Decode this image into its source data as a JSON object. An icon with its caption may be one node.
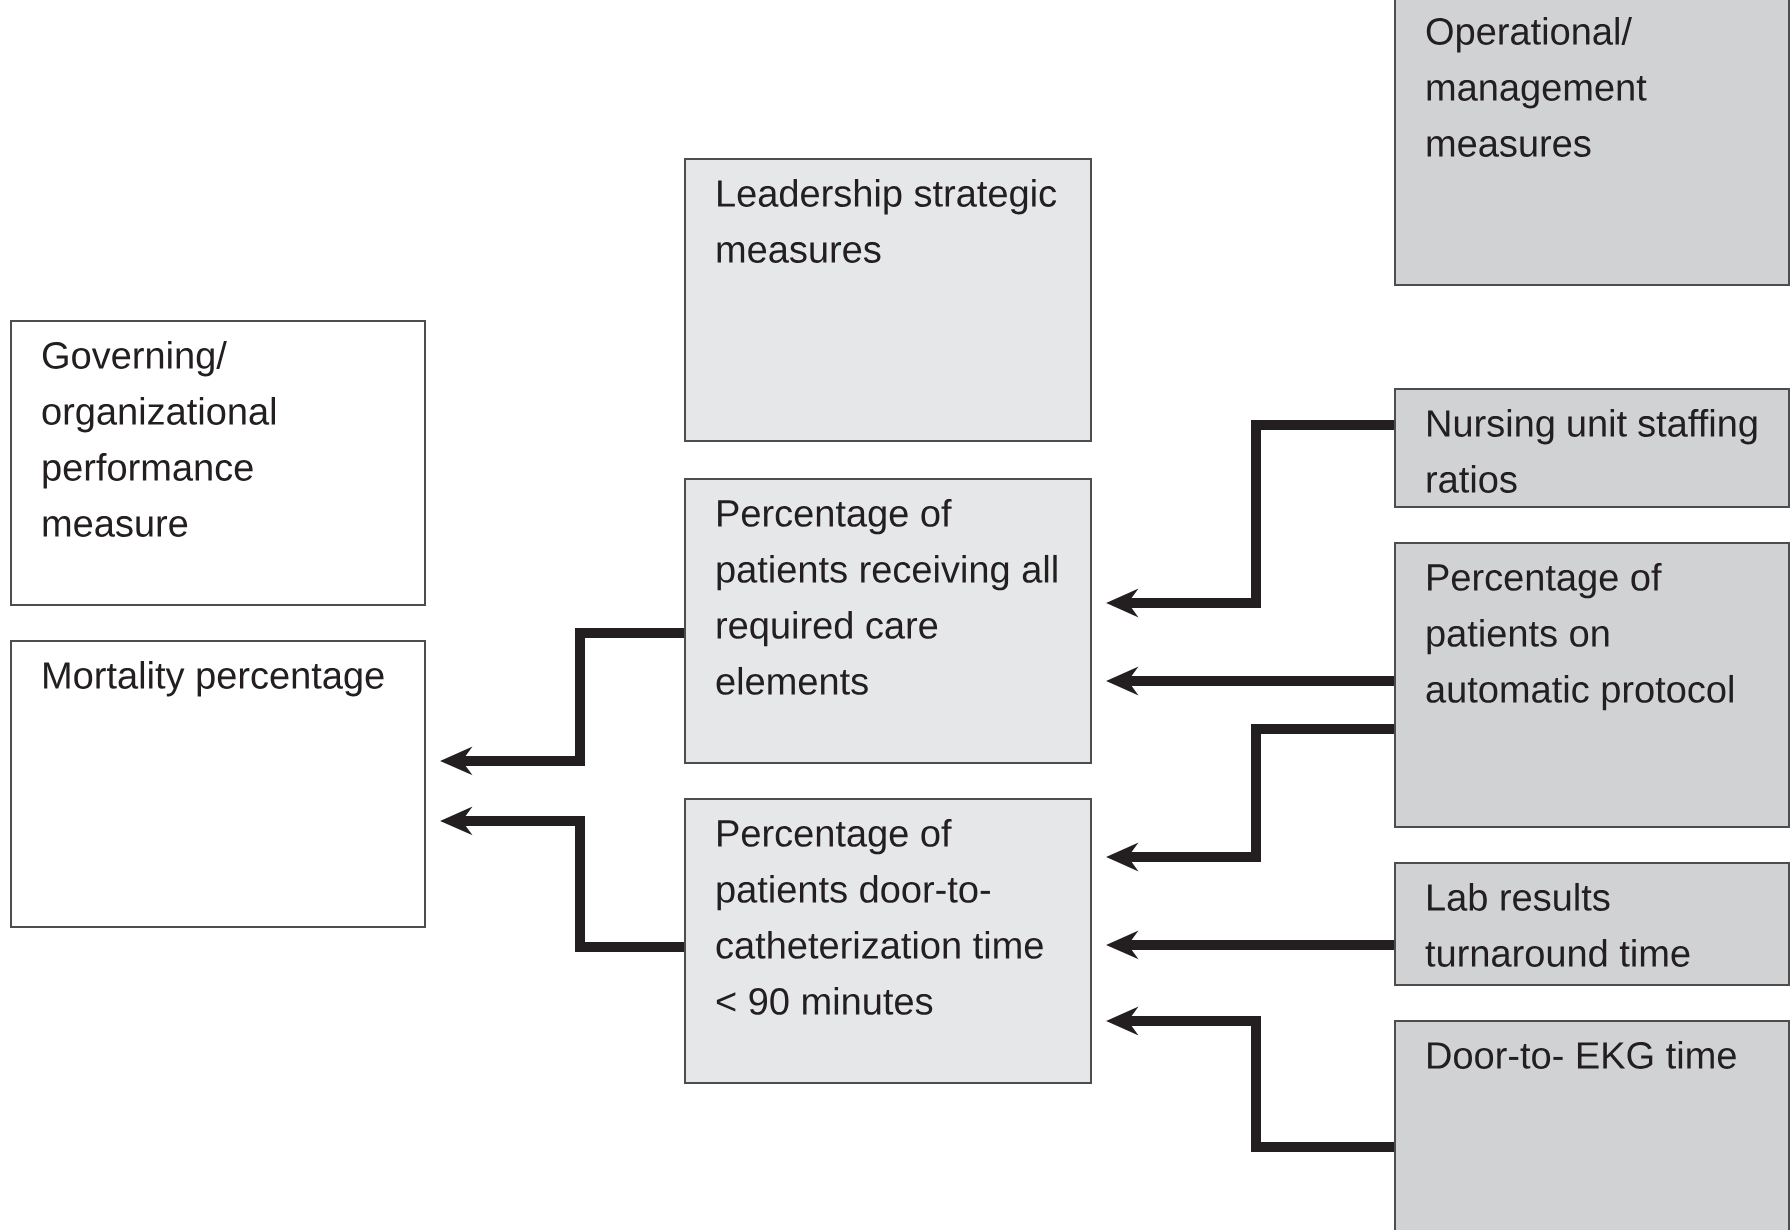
{
  "diagram": {
    "nodes": [
      {
        "text": [
          "Governing/ organizational performance measure"
        ]
      },
      {
        "text": [
          "Mortality percentage"
        ]
      },
      {
        "text": [
          "Leadership strategic measures"
        ]
      },
      {
        "text": [
          "Percentage of patients receiving all required care elements"
        ]
      },
      {
        "text": [
          "Percentage of patients door-to- catheterization time < 90 minutes"
        ]
      },
      {
        "text": [
          "Operational/ management measures"
        ]
      },
      {
        "text": [
          "Nursing unit staffing ratios"
        ]
      },
      {
        "text": [
          "Percentage of patients on automatic protocol"
        ]
      },
      {
        "text": [
          "Lab results turnaround time"
        ]
      },
      {
        "text": [
          "Door-to- EKG time"
        ]
      }
    ],
    "edges": [
      {
        "from": 6,
        "to": 3,
        "arrow": "to"
      },
      {
        "from": 7,
        "to": 3,
        "arrow": "to"
      },
      {
        "from": 7,
        "to": 4,
        "arrow": "to"
      },
      {
        "from": 8,
        "to": 4,
        "arrow": "to"
      },
      {
        "from": 9,
        "to": 4,
        "arrow": "to"
      },
      {
        "from": 3,
        "to": 1,
        "arrow": "to"
      },
      {
        "from": 4,
        "to": 1,
        "arrow": "to"
      }
    ]
  }
}
